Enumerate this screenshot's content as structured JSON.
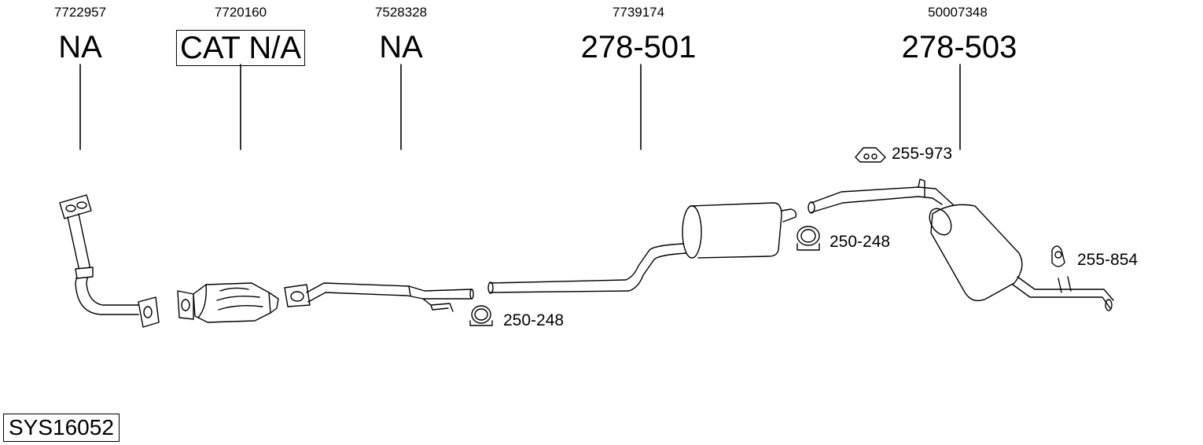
{
  "parts": [
    {
      "oe_number": "7722957",
      "part_number": "NA"
    },
    {
      "oe_number": "7720160",
      "part_number": "CAT N/A"
    },
    {
      "oe_number": "7528328",
      "part_number": "NA"
    },
    {
      "oe_number": "7739174",
      "part_number": "278-501"
    },
    {
      "oe_number": "50007348",
      "part_number": "278-503"
    }
  ],
  "accessories": [
    {
      "label": "255-973",
      "icon": "rubber-hanger-icon"
    },
    {
      "label": "250-248",
      "icon": "pipe-clamp-icon"
    },
    {
      "label": "250-248",
      "icon": "pipe-clamp-icon"
    },
    {
      "label": "255-854",
      "icon": "rubber-ring-hanger-icon"
    }
  ],
  "system_number": "SYS16052"
}
